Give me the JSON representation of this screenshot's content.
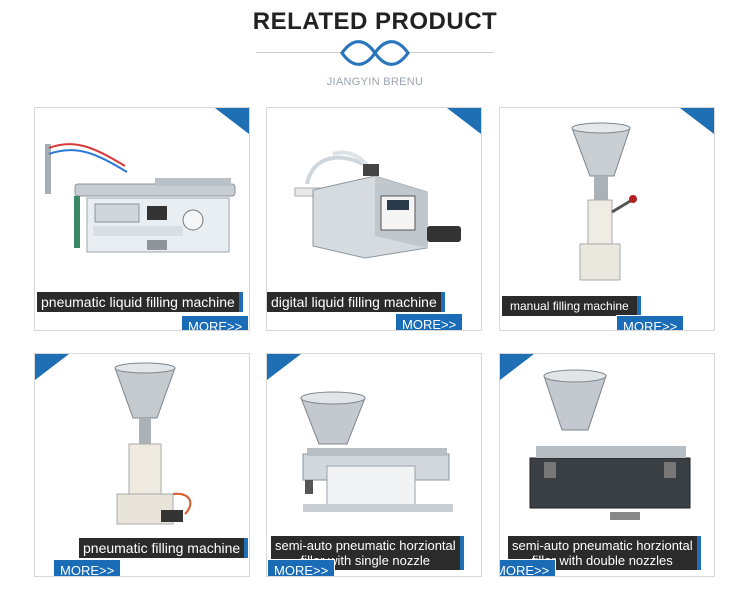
{
  "header": {
    "title": "RELATED PRODUCT",
    "brand": "JIANGYIN BRENU"
  },
  "colors": {
    "accent": "#1f6fb5",
    "caption_bg": "#2b2b2b",
    "text": "#222222"
  },
  "products": [
    {
      "name": "pneumatic liquid filling machine",
      "more": "MORE>>",
      "icon": "liquid-filling-machine"
    },
    {
      "name": "digital liquid filling machine",
      "more": "MORE>>",
      "icon": "digital-filling-machine"
    },
    {
      "name": "manual filling machine",
      "more": "MORE>>",
      "icon": "manual-filling-machine"
    },
    {
      "name": "pneumatic filling machine",
      "more": "MORE>>",
      "icon": "pneumatic-filling-machine"
    },
    {
      "name_line1": "semi-auto pneumatic horziontal",
      "name_line2": "filler with single nozzle",
      "more": "MORE>>",
      "icon": "single-nozzle-filler"
    },
    {
      "name_line1": "semi-auto pneumatic horziontal",
      "name_line2": "filler with double nozzles",
      "more": "MORE>>",
      "icon": "double-nozzle-filler"
    }
  ]
}
